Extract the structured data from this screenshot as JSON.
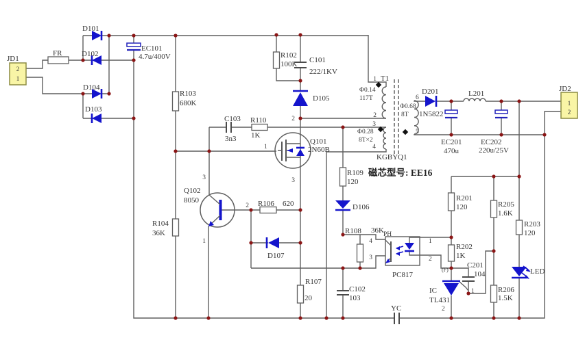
{
  "colors": {
    "wire": "#5f5f5f",
    "component_blue": "#1414cc",
    "junction_dot": "#8b1515",
    "connector_fill": "#f9f5a6",
    "connector_stroke": "#8c8c42",
    "text": "#333333"
  },
  "jd1": {
    "label": "JD1",
    "pin_top": "2",
    "pin_bottom": "1"
  },
  "jd2": {
    "label": "JD2",
    "pin_top": "1",
    "pin_bottom": "2"
  },
  "fr": {
    "ref": "FR"
  },
  "d101": {
    "ref": "D101"
  },
  "d102": {
    "ref": "D102"
  },
  "d103": {
    "ref": "D103"
  },
  "d104": {
    "ref": "D104"
  },
  "d105": {
    "ref": "D105"
  },
  "d106": {
    "ref": "D106"
  },
  "d107": {
    "ref": "D107"
  },
  "d201": {
    "ref": "D201",
    "value": "1N5822"
  },
  "ec101": {
    "ref": "EC101",
    "value": "4.7u/400V"
  },
  "ec201": {
    "ref": "EC201",
    "value": "470u"
  },
  "ec202": {
    "ref": "EC202",
    "value": "220u/25V"
  },
  "c101": {
    "ref": "C101",
    "value": "222/1KV"
  },
  "c102": {
    "ref": "C102",
    "value": "103"
  },
  "c103": {
    "ref": "C103",
    "value": "3n3"
  },
  "c201": {
    "ref": "C201",
    "value": "104"
  },
  "yc": {
    "ref": "YC"
  },
  "r102": {
    "ref": "R102",
    "value": "100K"
  },
  "r103": {
    "ref": "R103",
    "value": "680K"
  },
  "r104": {
    "ref": "R104",
    "value": "36K"
  },
  "r106": {
    "ref": "R106",
    "value": "620"
  },
  "r107": {
    "ref": "R107",
    "value": "20"
  },
  "r108": {
    "ref": "R108",
    "value": "36K"
  },
  "r109": {
    "ref": "R109",
    "value": "120"
  },
  "r110": {
    "ref": "R110",
    "value": "1K"
  },
  "r201": {
    "ref": "R201",
    "value": "120"
  },
  "r202": {
    "ref": "R202",
    "value": "1K"
  },
  "r203": {
    "ref": "R203",
    "value": "120"
  },
  "r205": {
    "ref": "R205",
    "value": "1.6K"
  },
  "r206": {
    "ref": "R206",
    "value": "1.5K"
  },
  "l201": {
    "ref": "L201"
  },
  "led": {
    "ref": "LED"
  },
  "q101": {
    "ref": "Q101",
    "model": "2N60B",
    "pin_gate": "1",
    "pin_drain": "2",
    "pin_source": "3"
  },
  "q102": {
    "ref": "Q102",
    "model": "8050",
    "pin_collector": "3",
    "pin_base": "2",
    "pin_emitter": "1"
  },
  "opto": {
    "ref": "PH",
    "model": "PC817",
    "p1": "1",
    "p2": "2",
    "p3": "3",
    "p4": "4"
  },
  "tl431": {
    "ref": "IC",
    "model": "TL431",
    "pin_ref": "1",
    "pin_anode": "2"
  },
  "t1": {
    "name": "T1",
    "model": "KGBYQ1",
    "p1": "1",
    "p2": "2",
    "p3": "3",
    "p4": "4",
    "p5": "5",
    "p6": "6",
    "primary_spec": "Φ0.14",
    "primary_turns": "117T",
    "aux_spec": "Φ0.28",
    "aux_turns": "8T×2",
    "sec_spec": "Φ0.68",
    "sec_turns": "8T"
  },
  "core_note": "磁芯型号: EE16",
  "f_mark": "(F)"
}
